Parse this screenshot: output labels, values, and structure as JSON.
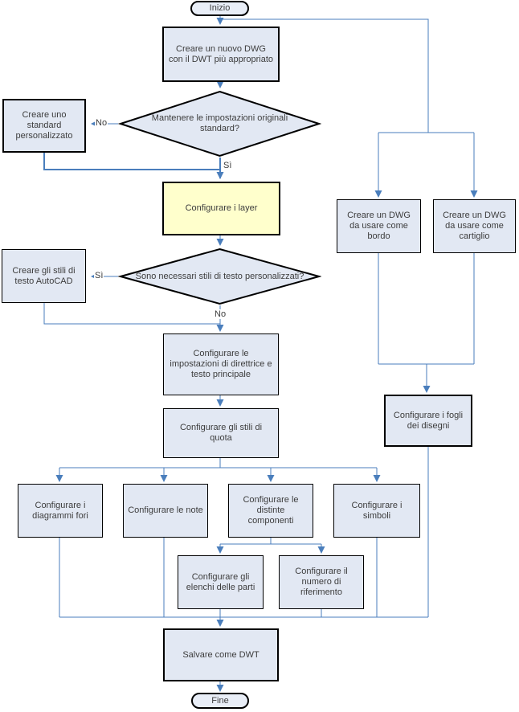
{
  "diagram": {
    "kind": "flowchart",
    "language": "it",
    "colors": {
      "node_fill": "#e2e8f3",
      "highlight_fill": "#ffffcc",
      "oval_fill": "#e9eef7",
      "connector_blue": "#4a7ebc",
      "border_black": "#000000"
    }
  },
  "nodes": {
    "start": {
      "label": "Inizio"
    },
    "create_dwg": {
      "label": "Creare un nuovo DWG con il DWT più appropriato"
    },
    "keep_settings": {
      "label": "Mantenere le impostazioni originali standard?"
    },
    "custom_standard": {
      "label": "Creare uno standard personalizzato"
    },
    "configure_layers": {
      "label": "Configurare i layer"
    },
    "need_text_styles": {
      "label": "Sono necessari stili di testo personalizzati?"
    },
    "create_text_styles": {
      "label": "Creare gli stili di testo AutoCAD"
    },
    "leader_settings": {
      "label": "Configurare le impostazioni di direttrice e testo principale"
    },
    "dim_styles": {
      "label": "Configurare gli stili di quota"
    },
    "hole_charts": {
      "label": "Configurare i diagrammi fori"
    },
    "notes": {
      "label": "Configurare le note"
    },
    "bom": {
      "label": "Configurare le distinte componenti"
    },
    "symbols": {
      "label": "Configurare i simboli"
    },
    "parts_lists": {
      "label": "Configurare gli elenchi delle parti"
    },
    "ref_numbers": {
      "label": "Configurare il numero di riferimento"
    },
    "border_dwg": {
      "label": "Creare un DWG da usare come bordo"
    },
    "titleblock_dwg": {
      "label": "Creare un DWG da usare come cartiglio"
    },
    "sheets": {
      "label": "Configurare i fogli dei disegni"
    },
    "save_dwt": {
      "label": "Salvare come DWT"
    },
    "end": {
      "label": "Fine"
    }
  },
  "edge_labels": {
    "no1": "No",
    "yes1": "Sì",
    "yes2": "Sì",
    "no2": "No"
  }
}
